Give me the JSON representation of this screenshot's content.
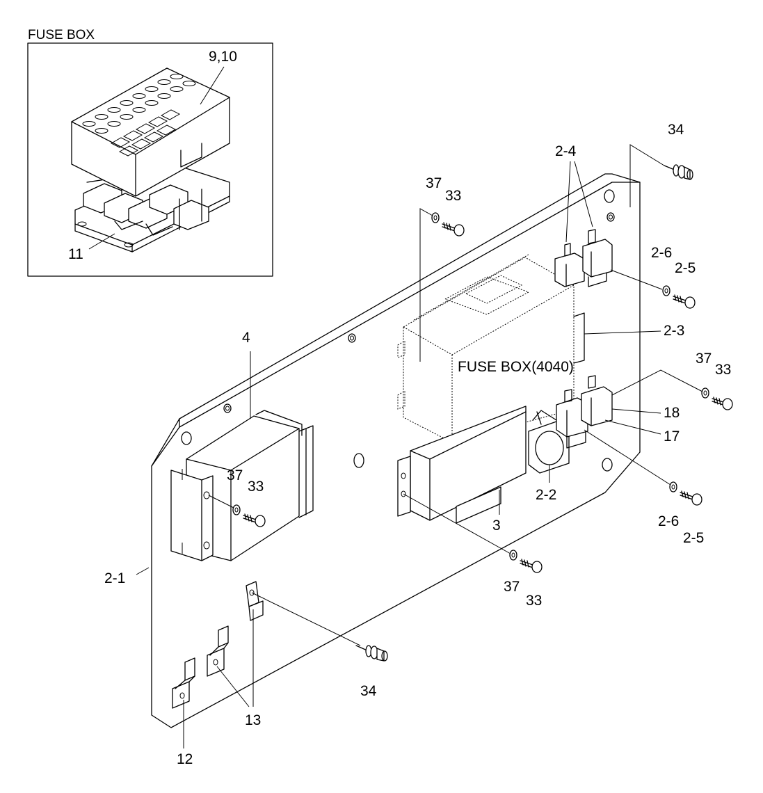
{
  "inset_title": "FUSE BOX",
  "panel_label": "FUSE BOX(4040)",
  "callouts": {
    "c_9_10": "9,10",
    "c_11": "11",
    "c_34_top": "34",
    "c_2_4": "2-4",
    "c_37_top": "37",
    "c_33_top": "33",
    "c_2_6_top": "2-6",
    "c_2_5_top": "2-5",
    "c_2_3": "2-3",
    "c_37_right": "37",
    "c_33_right": "33",
    "c_18": "18",
    "c_17": "17",
    "c_4": "4",
    "c_37_mid": "37",
    "c_33_mid": "33",
    "c_2_2": "2-2",
    "c_3": "3",
    "c_2_6_bot": "2-6",
    "c_2_5_bot": "2-5",
    "c_37_bot": "37",
    "c_33_bot": "33",
    "c_2_1": "2-1",
    "c_34_bot": "34",
    "c_13": "13",
    "c_12": "12"
  },
  "colors": {
    "line": "#000000",
    "background": "#ffffff"
  }
}
